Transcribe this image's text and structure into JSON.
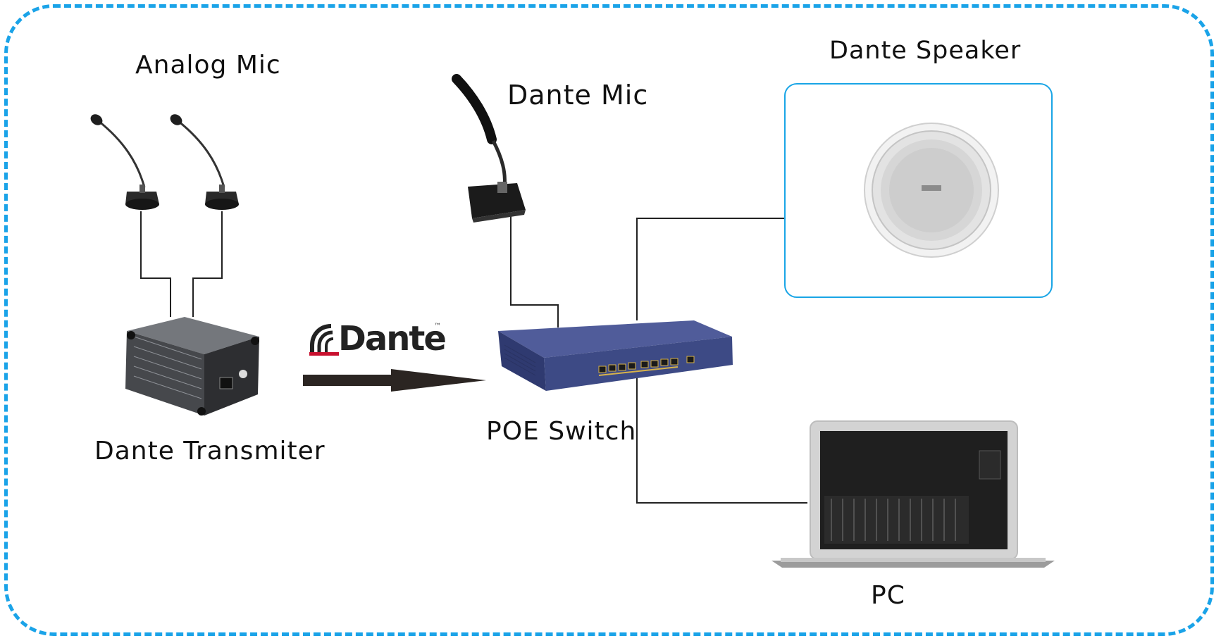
{
  "labels": {
    "analog_mic": "Analog Mic",
    "dante_mic": "Dante Mic",
    "dante_speaker": "Dante Speaker",
    "dante_transmitter": "Dante Transmiter",
    "poe_switch": "POE Switch",
    "pc": "PC"
  },
  "logo": {
    "brand": "Dante",
    "trademark": "™"
  },
  "colors": {
    "frame_border": "#1aa3e8",
    "speaker_box_border": "#19a5e6",
    "wire": "#222222",
    "arrow": "#2b2522",
    "switch_body": "#3d4a85",
    "transmitter_body": "#5b5d61",
    "logo_red": "#c8102e"
  },
  "icons": {
    "analog_mic": "gooseneck-mic-icon",
    "dante_mic": "dante-gooseneck-mic-icon",
    "transmitter": "dante-interface-box-icon",
    "switch": "poe-switch-icon",
    "speaker": "ceiling-speaker-icon",
    "pc": "laptop-icon"
  }
}
